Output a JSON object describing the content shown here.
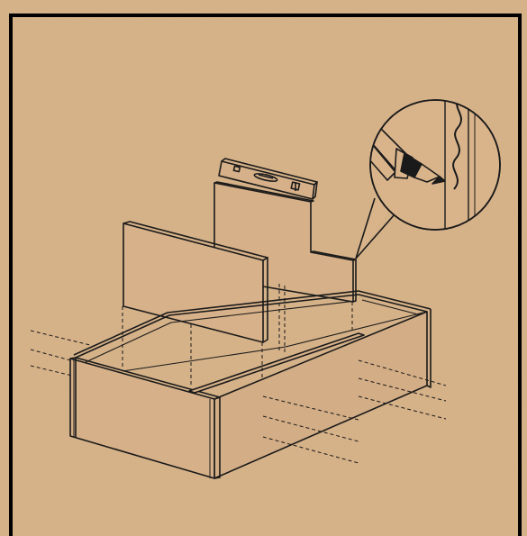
{
  "illustration": {
    "background_color": "#d9b48b",
    "line_color": "#1a1a1a",
    "frame_color": "#000000",
    "parts": [
      "outer-frame",
      "level-tool",
      "back-panel",
      "front-panel",
      "open-box",
      "pencil-magnifier-callout",
      "guide-lines"
    ]
  }
}
